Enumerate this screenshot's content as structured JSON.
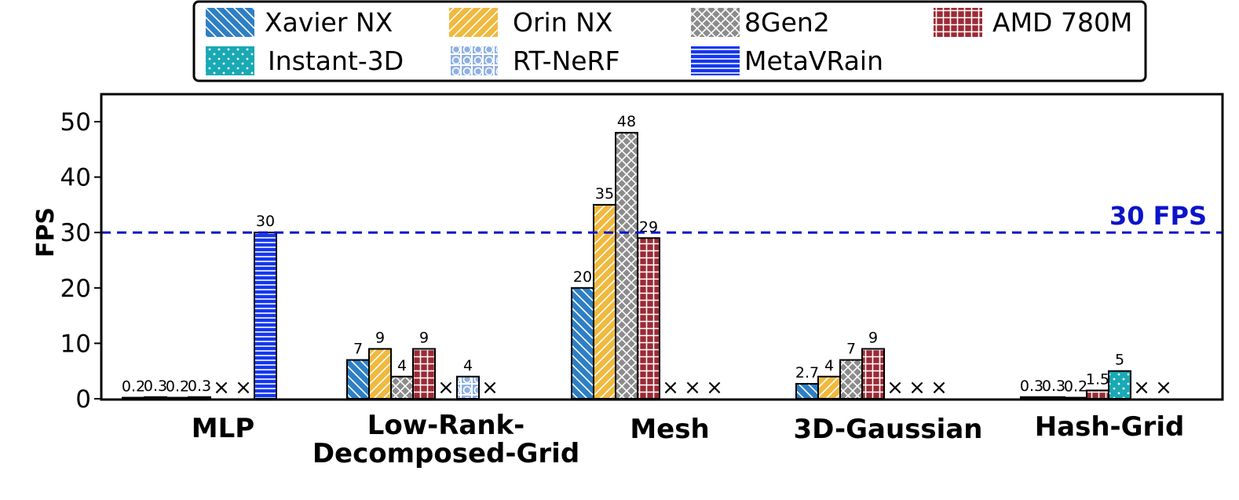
{
  "chart_data": {
    "type": "bar",
    "ylabel": "FPS",
    "xlabel": "",
    "ylim": [
      0,
      55
    ],
    "yticks": [
      0,
      10,
      20,
      30,
      40,
      50
    ],
    "grid": false,
    "legend_position": "top",
    "categories": [
      "MLP",
      "Low-Rank-\nDecomposed-Grid",
      "Mesh",
      "3D-Gaussian",
      "Hash-Grid"
    ],
    "series": [
      {
        "name": "Xavier NX",
        "color": "#2f7fc4",
        "pattern": "diag-back",
        "values": [
          0.2,
          7,
          20,
          2.7,
          0.3
        ],
        "labels": [
          "0.2",
          "7",
          "20",
          "2.7",
          "0.3"
        ]
      },
      {
        "name": "Orin NX",
        "color": "#f0b93f",
        "pattern": "diag-fwd",
        "values": [
          0.3,
          9,
          35,
          4,
          0.3
        ],
        "labels": [
          "0.3",
          "9",
          "35",
          "4",
          "0.3"
        ]
      },
      {
        "name": "8Gen2",
        "color": "#8c8c8c",
        "pattern": "cross",
        "values": [
          0.2,
          4,
          48,
          7,
          0.2
        ],
        "labels": [
          "0.2",
          "4",
          "48",
          "7",
          "0.2"
        ]
      },
      {
        "name": "AMD 780M",
        "color": "#9b2a35",
        "pattern": "grid",
        "values": [
          0.3,
          9,
          29,
          9,
          1.5
        ],
        "labels": [
          "0.3",
          "9",
          "29",
          "9",
          "1.5"
        ]
      },
      {
        "name": "Instant-3D",
        "color": "#19a9b5",
        "pattern": "dots",
        "values": [
          null,
          null,
          null,
          null,
          5
        ],
        "labels": [
          "×",
          "×",
          "×",
          "×",
          "5"
        ]
      },
      {
        "name": "RT-NeRF",
        "color": "#8fb0e3",
        "pattern": "circles",
        "values": [
          null,
          4,
          null,
          null,
          null
        ],
        "labels": [
          "×",
          "4",
          "×",
          "×",
          "×"
        ]
      },
      {
        "name": "MetaVRain",
        "color": "#1437f0",
        "pattern": "hlines",
        "values": [
          30,
          null,
          null,
          null,
          null
        ],
        "labels": [
          "30",
          "×",
          "×",
          "×",
          "×"
        ]
      }
    ],
    "reference_line": {
      "value": 30,
      "label": "30 FPS",
      "color": "#0a14c8",
      "style": "dashed"
    }
  }
}
